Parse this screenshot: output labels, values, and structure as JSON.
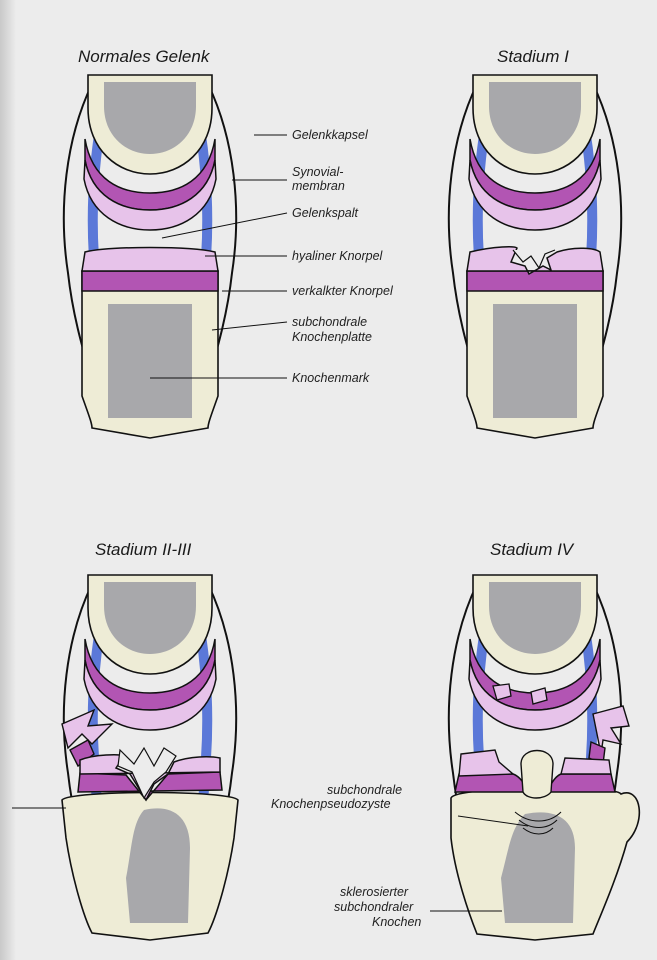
{
  "colors": {
    "background": "#ececec",
    "capsule": "#5b78d8",
    "capsule_dark": "#2c3f8f",
    "membrane": "#c58fca",
    "hyaline": "#e7c3ea",
    "calcified": "#b255b3",
    "bone_cortex": "#eeecd6",
    "marrow": "#a8a8ab",
    "outline": "#111111"
  },
  "panels": {
    "normal": {
      "title": "Normales Gelenk"
    },
    "stage1": {
      "title": "Stadium I"
    },
    "stage23": {
      "title": "Stadium II-III"
    },
    "stage4": {
      "title": "Stadium IV"
    }
  },
  "callouts": {
    "gelenkkapsel": "Gelenkkapsel",
    "synovial_1": "Synovial-",
    "synovial_2": "membran",
    "gelenkspalt": "Gelenkspalt",
    "hyaliner": "hyaliner Knorpel",
    "verkalkter": "verkalkter Knorpel",
    "subchondral_1": "subchondrale",
    "subchondral_2": "Knochenplatte",
    "knochenmark": "Knochenmark",
    "pseudo_1": "subchondrale",
    "pseudo_2": "Knochenpseudozyste",
    "sklero_1": "sklerosierter",
    "sklero_2": "subchondraler",
    "sklero_3": "Knochen"
  }
}
